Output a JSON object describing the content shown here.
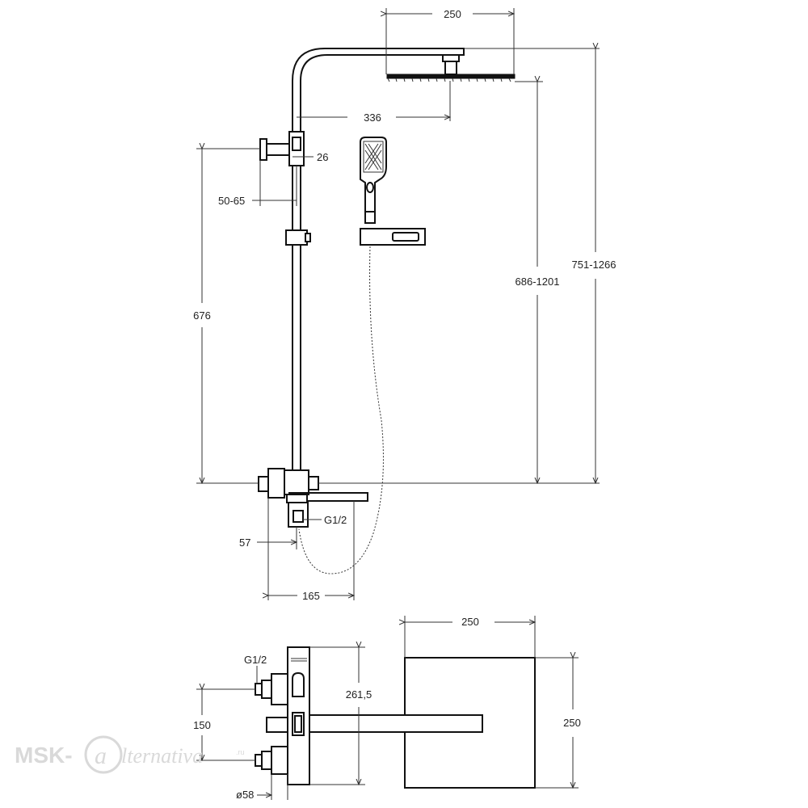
{
  "front_view": {
    "dims": {
      "head_width": "250",
      "arm_reach": "336",
      "holder_offset": "26",
      "wall_bracket": "50-65",
      "mixer_to_bracket": "676",
      "head_height_min_max": "686-1201",
      "total_height_min_max": "751-1266",
      "inlet_thread": "G1/2",
      "inlet_offset": "57",
      "spout_reach": "165"
    }
  },
  "top_view": {
    "dims": {
      "head_width": "250",
      "head_depth": "250",
      "inlet_thread": "G1/2",
      "depth": "261,5",
      "inlet_spacing": "150",
      "escutcheon": "ø58"
    }
  },
  "watermark": {
    "left": "MSK-",
    "right": "lternativa",
    "suffix": ".ru"
  },
  "colors": {
    "line": "#111111",
    "dim_line": "#333333",
    "watermark": "#d9d9d9"
  }
}
